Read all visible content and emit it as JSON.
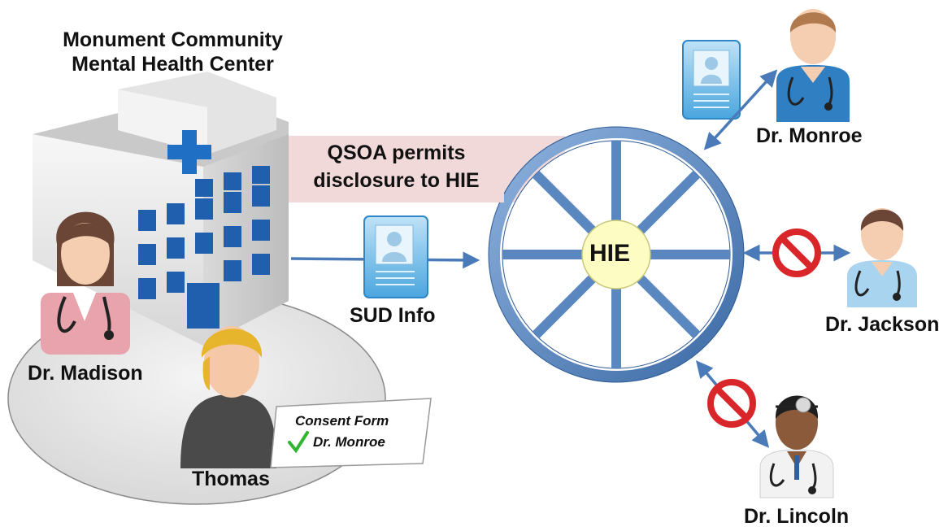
{
  "center": {
    "title_line1": "Monument Community",
    "title_line2": "Mental Health Center"
  },
  "qsoa": {
    "line1": "QSOA permits",
    "line2": "disclosure to HIE"
  },
  "hub": {
    "label": "HIE"
  },
  "flow": {
    "label": "SUD Info"
  },
  "people": {
    "madison": "Dr. Madison",
    "thomas": "Thomas",
    "monroe": "Dr. Monroe",
    "jackson": "Dr. Jackson",
    "lincoln": "Dr. Lincoln"
  },
  "consent_form": {
    "title": "Consent Form",
    "entry": "Dr. Monroe"
  },
  "colors": {
    "wheel": "#5b87c0",
    "wheel_dark": "#2d5a94",
    "hub": "#fdfcc2",
    "arrow": "#4a7ab8",
    "qsoa_bg": "#f2d9d9",
    "prohibited": "#d9262b",
    "building": "#e9e9e9",
    "window": "#1f5fae",
    "check": "#2fb52f"
  },
  "icons": {
    "building": "hospital-building-icon",
    "record": "patient-record-icon",
    "prohibited": "prohibited-icon",
    "check": "checkmark-icon"
  }
}
